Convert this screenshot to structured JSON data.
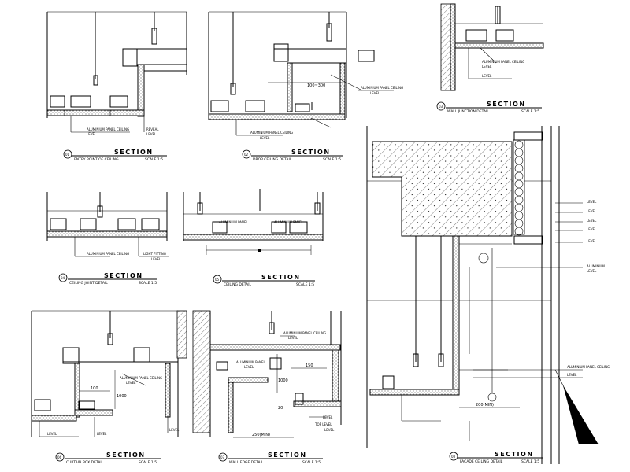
{
  "details": [
    {
      "id": "d1",
      "title": "SECTION",
      "subtitle": "ENTRY POINT OF CEILING",
      "scale": "SCALE 1:5",
      "bubble": "01",
      "labels": [
        "ALUMINIUM PANEL CEILING",
        "LEVEL",
        "REVEAL",
        "LEVEL"
      ],
      "dims": []
    },
    {
      "id": "d2",
      "title": "SECTION",
      "subtitle": "DROP CEILING DETAIL",
      "scale": "SCALE 1:5",
      "bubble": "02",
      "labels": [
        "ALUMINIUM PANEL CEILING",
        "LEVEL",
        "ALUMINIUM PANEL CEILING",
        "LEVEL"
      ],
      "dims": [
        "100~300"
      ]
    },
    {
      "id": "d3",
      "title": "SECTION",
      "subtitle": "WALL JUNCTION DETAIL",
      "scale": "SCALE 1:5",
      "bubble": "03",
      "labels": [
        "ALUMINIUM PANEL CEILING",
        "LEVEL",
        "LEVEL"
      ],
      "dims": []
    },
    {
      "id": "d4",
      "title": "SECTION",
      "subtitle": "CEILING JOINT DETAIL",
      "scale": "SCALE 1:5",
      "bubble": "04",
      "labels": [
        "ALUMINIUM PANEL CEILING",
        "LIGHT FITTING",
        "LEVEL"
      ],
      "dims": []
    },
    {
      "id": "d5",
      "title": "SECTION",
      "subtitle": "CEILING DETAIL",
      "scale": "SCALE 1:5",
      "bubble": "05",
      "labels": [
        "ALUMINIUM PANEL",
        "ALUMINIUM PANEL"
      ],
      "dims": []
    },
    {
      "id": "d6",
      "title": "SECTION",
      "subtitle": "CURTAIN BOX DETAIL",
      "scale": "SCALE 1:5",
      "bubble": "06",
      "labels": [
        "ALUMINIUM PANEL CEILING",
        "LEVEL",
        "LEVEL",
        "LEVEL",
        "LEVEL"
      ],
      "dims": [
        "100",
        "1000"
      ]
    },
    {
      "id": "d7",
      "title": "SECTION",
      "subtitle": "WALL EDGE DETAIL",
      "scale": "SCALE 1:5",
      "bubble": "07",
      "labels": [
        "ALUMINIUM PANEL CEILING",
        "LEVEL",
        "ALUMINIUM PANEL",
        "LEVEL",
        "LEVEL",
        "TOP LEVEL",
        "LEVEL"
      ],
      "dims": [
        "150",
        "1000",
        "20",
        "250(MIN)"
      ]
    },
    {
      "id": "d8",
      "title": "SECTION",
      "subtitle": "FACADE CEILING DETAIL",
      "scale": "SCALE 1:5",
      "bubble": "08",
      "labels": [
        "LEVEL",
        "LEVEL",
        "LEVEL",
        "LEVEL",
        "LEVEL",
        "ALUMINIUM",
        "LEVEL",
        "ALUMINIUM PANEL CEILING",
        "LEVEL"
      ],
      "dims": [
        "200(MIN)"
      ]
    }
  ],
  "colors": {
    "line": "#000000",
    "paper": "#ffffff"
  }
}
